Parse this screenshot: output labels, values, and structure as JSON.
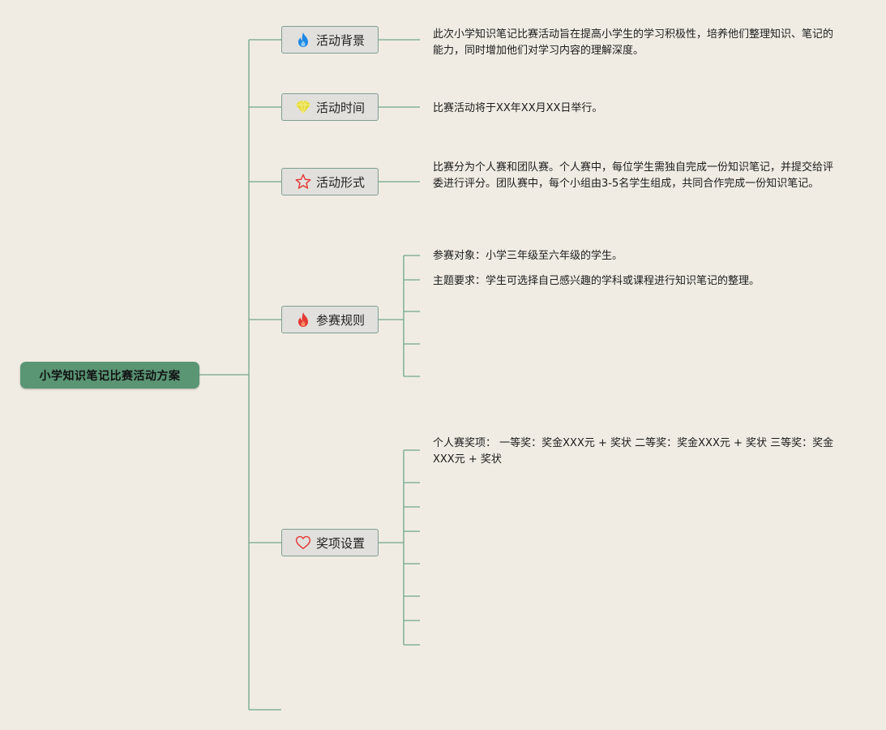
{
  "root": {
    "label": "小学知识笔记比赛活动方案"
  },
  "topics": [
    {
      "label": "活动背景",
      "icon": "flame-blue-icon",
      "color": "#1e88e5",
      "notes": [
        "此次小学知识笔记比赛活动旨在提高小学生的学习积极性，培养他们整理知识、笔记的能力，同时增加他们对学习内容的理解深度。"
      ]
    },
    {
      "label": "活动时间",
      "icon": "gem-icon",
      "color": "#e8e04a",
      "notes": [
        "比赛活动将于XX年XX月XX日举行。"
      ]
    },
    {
      "label": "活动形式",
      "icon": "star-outline-icon",
      "color": "#e53935",
      "notes": [
        "比赛分为个人赛和团队赛。个人赛中，每位学生需独自完成一份知识笔记，并提交给评委进行评分。团队赛中，每个小组由3-5名学生组成，共同合作完成一份知识笔记。"
      ]
    },
    {
      "label": "参赛规则",
      "icon": "flame-red-icon",
      "color": "#e53935",
      "notes": [
        "参赛对象：小学三年级至六年级的学生。",
        "主题要求：学生可选择自己感兴趣的学科或课程进行知识笔记的整理。"
      ]
    },
    {
      "label": "奖项设置",
      "icon": "heart-outline-icon",
      "color": "#e53935",
      "notes": [
        "个人赛奖项： 一等奖：奖金XXX元 + 奖状 二等奖：奖金XXX元 + 奖状 三等奖：奖金XXX元 + 奖状"
      ]
    }
  ],
  "colors": {
    "line": "#5f9a80",
    "root_fill": "#5a9574",
    "topic_fill": "#e1e0dc",
    "background": "#f0ece3"
  }
}
